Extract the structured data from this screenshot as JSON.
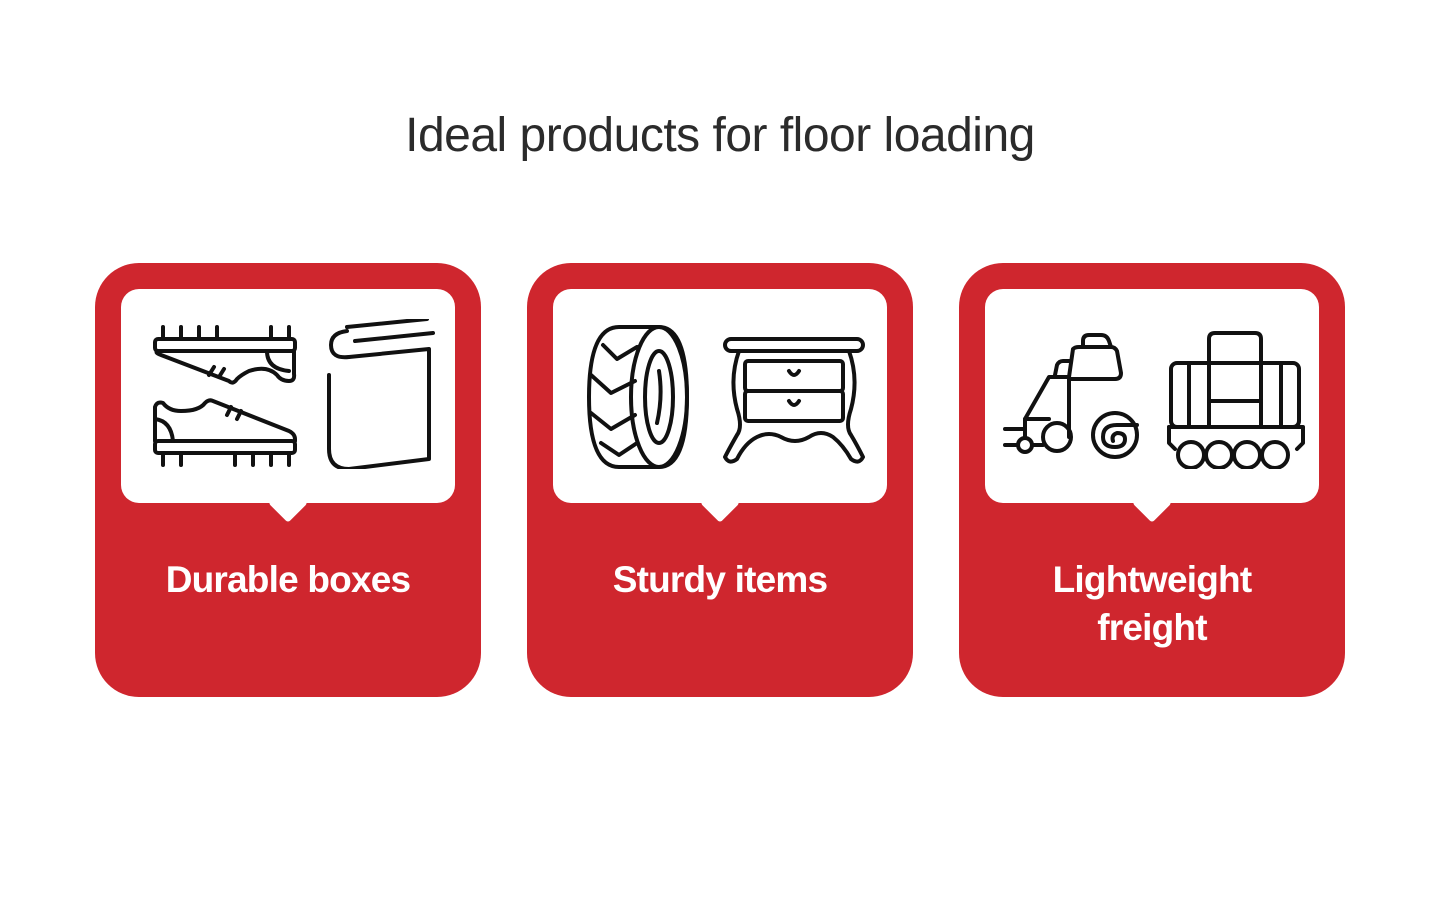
{
  "title": "Ideal products for floor loading",
  "colors": {
    "card": "#cf262e",
    "panel": "#ffffff",
    "title": "#2b2b2b",
    "icon_stroke": "#111111"
  },
  "cards": [
    {
      "label": "Durable boxes",
      "icons": [
        "cleats-shoes-icon",
        "book-icon"
      ]
    },
    {
      "label": "Sturdy items",
      "icons": [
        "tire-icon",
        "nightstand-dresser-icon"
      ]
    },
    {
      "label": "Lightweight freight",
      "label_lines": [
        "Lightweight",
        "freight"
      ],
      "icons": [
        "hay-baler-vehicle-icon",
        "luggage-cart-icon"
      ]
    }
  ]
}
